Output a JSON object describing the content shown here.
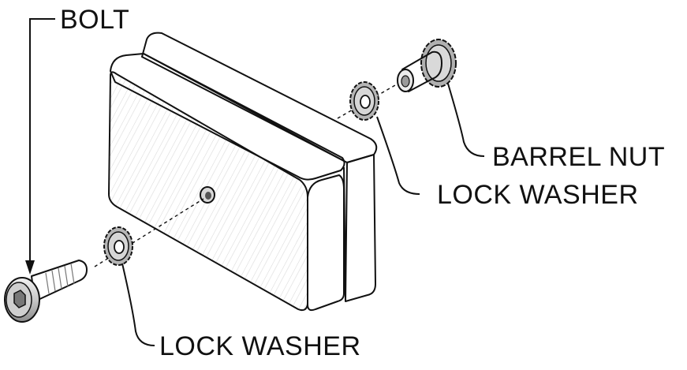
{
  "labels": {
    "bolt": "BOLT",
    "barrel_nut": "BARREL NUT",
    "lock_washer_upper": "LOCK WASHER",
    "lock_washer_lower": "LOCK WASHER"
  },
  "colors": {
    "wood_dark": "#3a3a3a",
    "wood_mid": "#5a5a5a",
    "wood_light": "#8a8a8a",
    "metal_light": "#e6e6e6",
    "metal_mid": "#a8a8a8",
    "line": "#111111"
  }
}
